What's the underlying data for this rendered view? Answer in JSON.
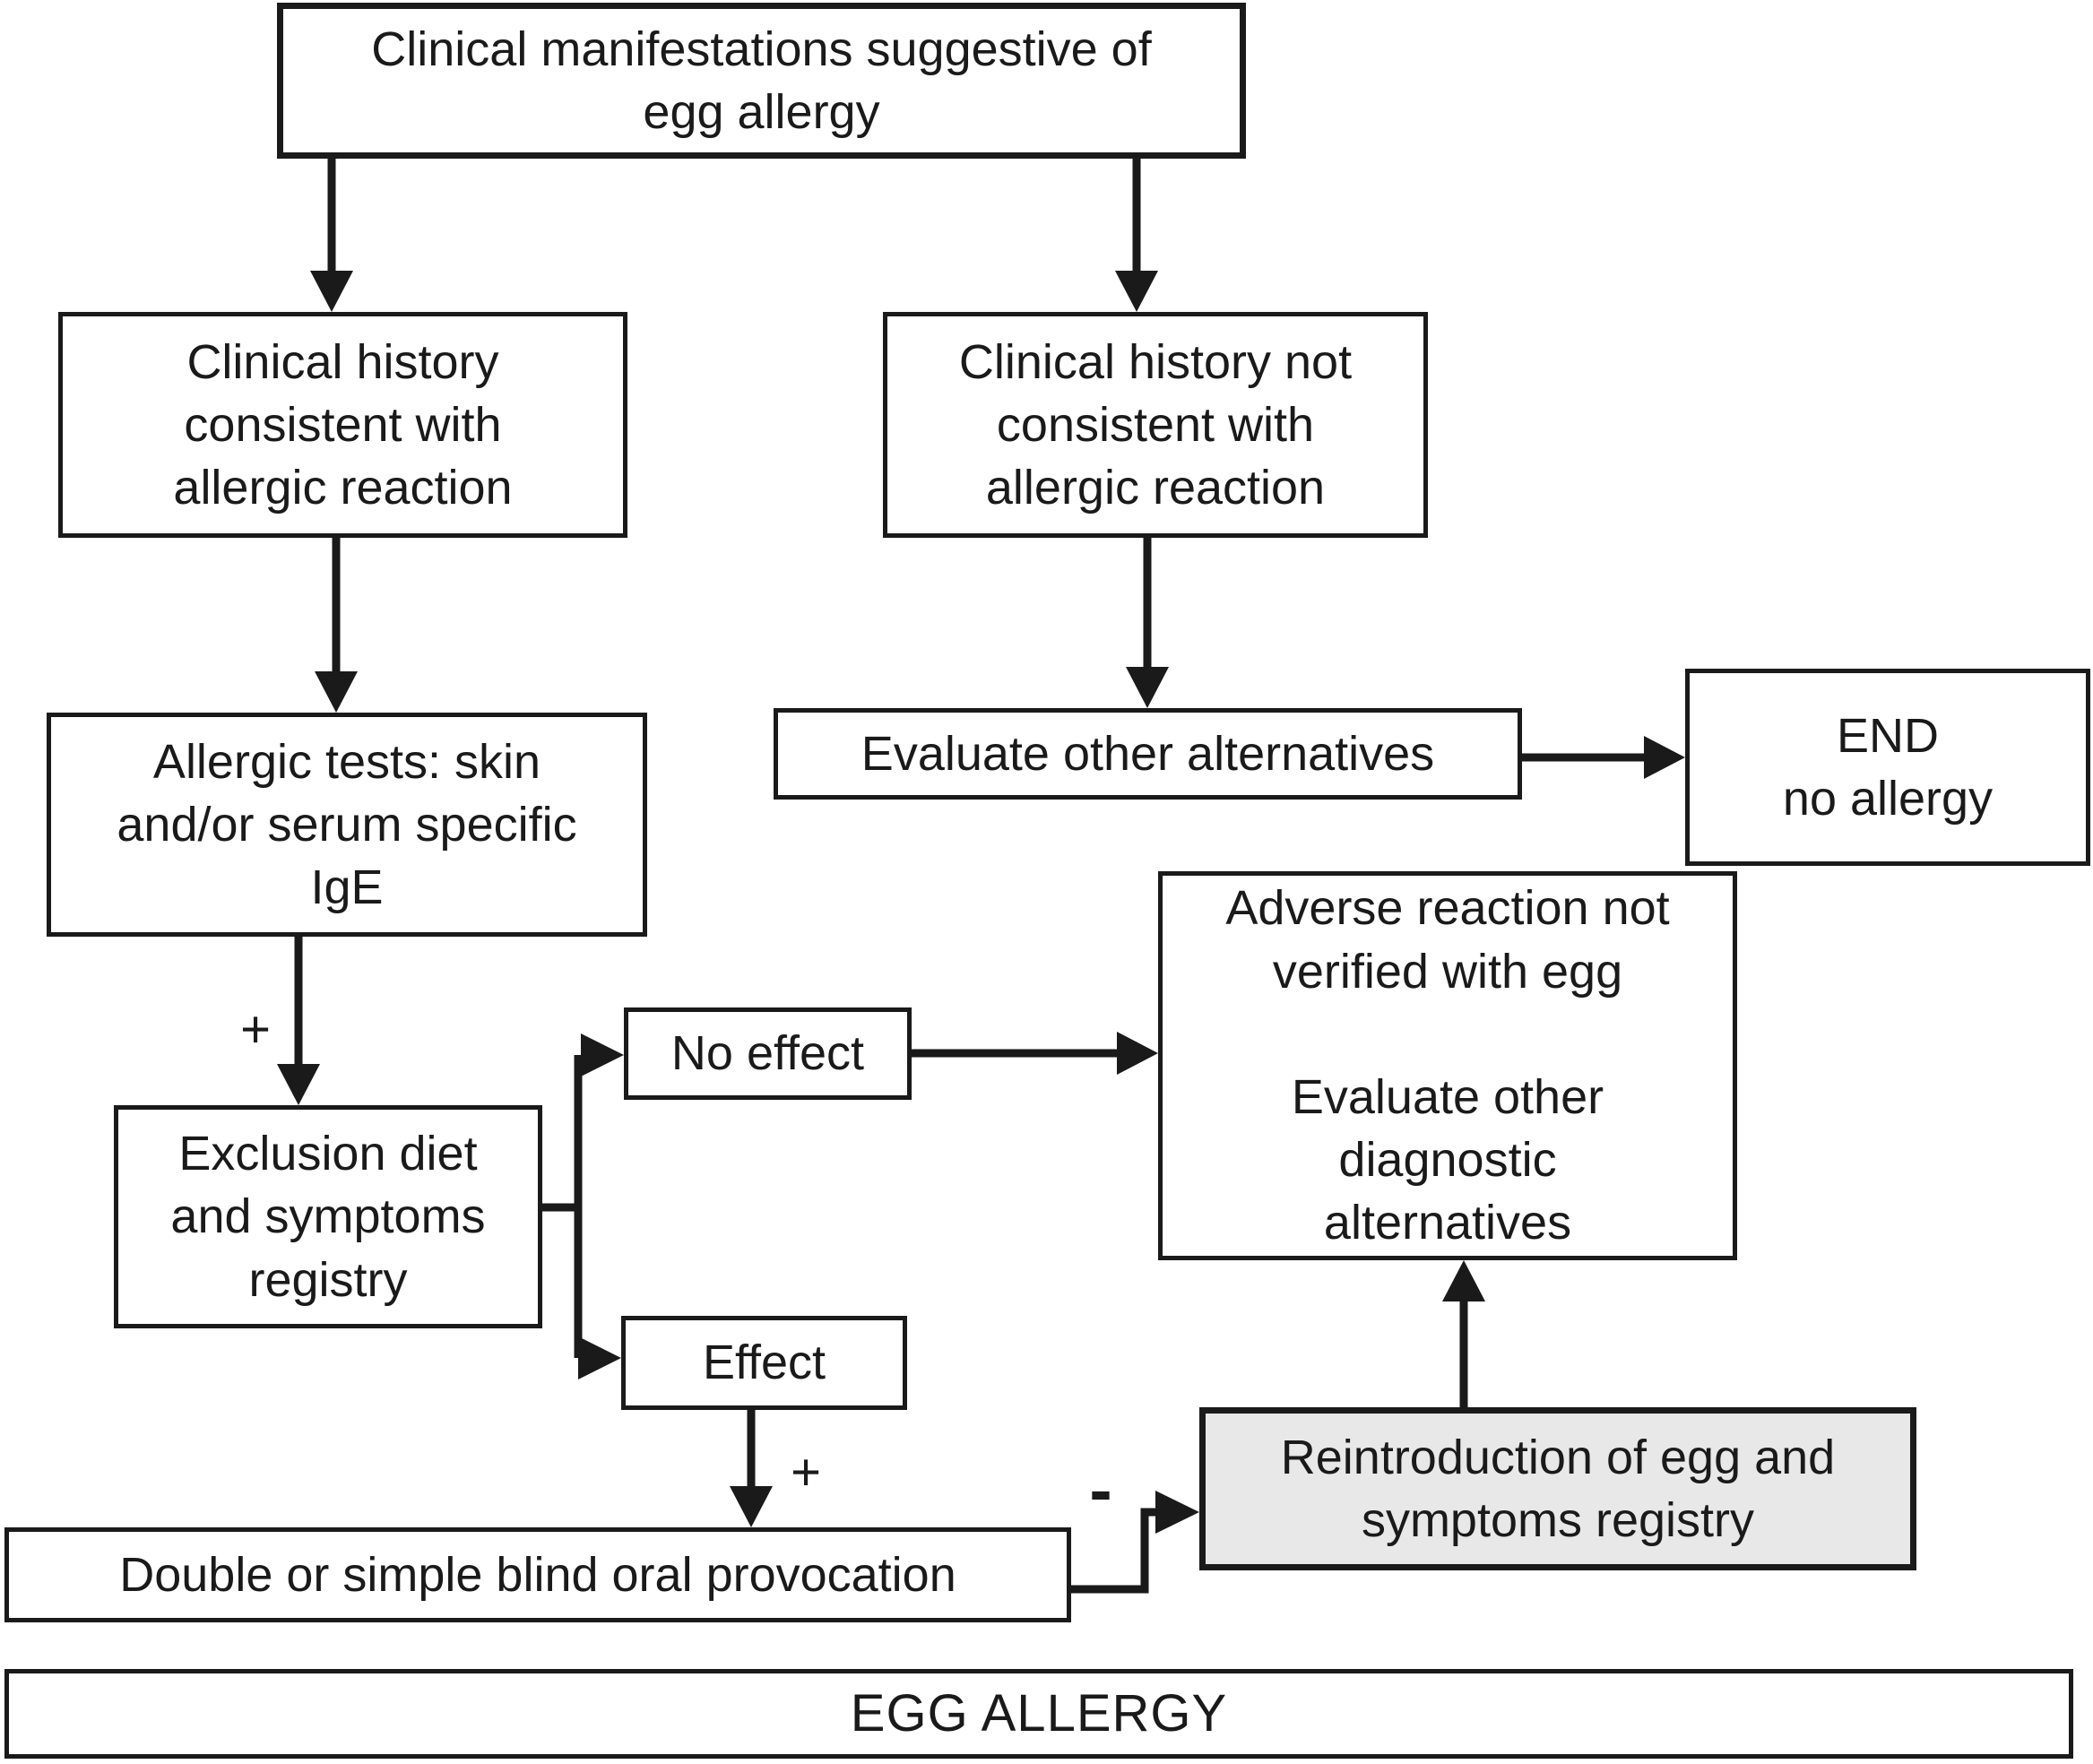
{
  "nodes": {
    "manifestations": {
      "label": "Clinical manifestations suggestive of\negg allergy"
    },
    "history_consistent": {
      "label": "Clinical history\nconsistent with\nallergic reaction"
    },
    "history_not_consistent": {
      "label": "Clinical history not\nconsistent with\nallergic reaction"
    },
    "allergic_tests": {
      "label": "Allergic tests: skin\nand/or serum specific\nIgE"
    },
    "evaluate_alternatives": {
      "label": "Evaluate other alternatives"
    },
    "end_no_allergy": {
      "label": "END\nno allergy"
    },
    "no_effect": {
      "label": "No effect"
    },
    "adverse_reaction": {
      "label": "Adverse reaction not\nverified with egg\n\nEvaluate other\ndiagnostic\nalternatives"
    },
    "exclusion_diet": {
      "label": "Exclusion diet\nand symptoms\nregistry"
    },
    "effect": {
      "label": "Effect"
    },
    "reintroduction": {
      "label": "Reintroduction of egg and\nsymptoms registry"
    },
    "oral_provocation": {
      "label": "Double or simple blind oral provocation"
    },
    "egg_allergy": {
      "label": "EGG ALLERGY"
    }
  },
  "edge_labels": {
    "plus_after_tests": "+",
    "plus_after_effect": "+",
    "minus_after_provocation": "-"
  },
  "colors": {
    "box_border": "#1a1a1a",
    "box_fill": "#ffffff",
    "highlight_fill": "#e8e8e8",
    "arrow": "#1a1a1a",
    "text": "#1a1a1a",
    "background": "#ffffff"
  }
}
